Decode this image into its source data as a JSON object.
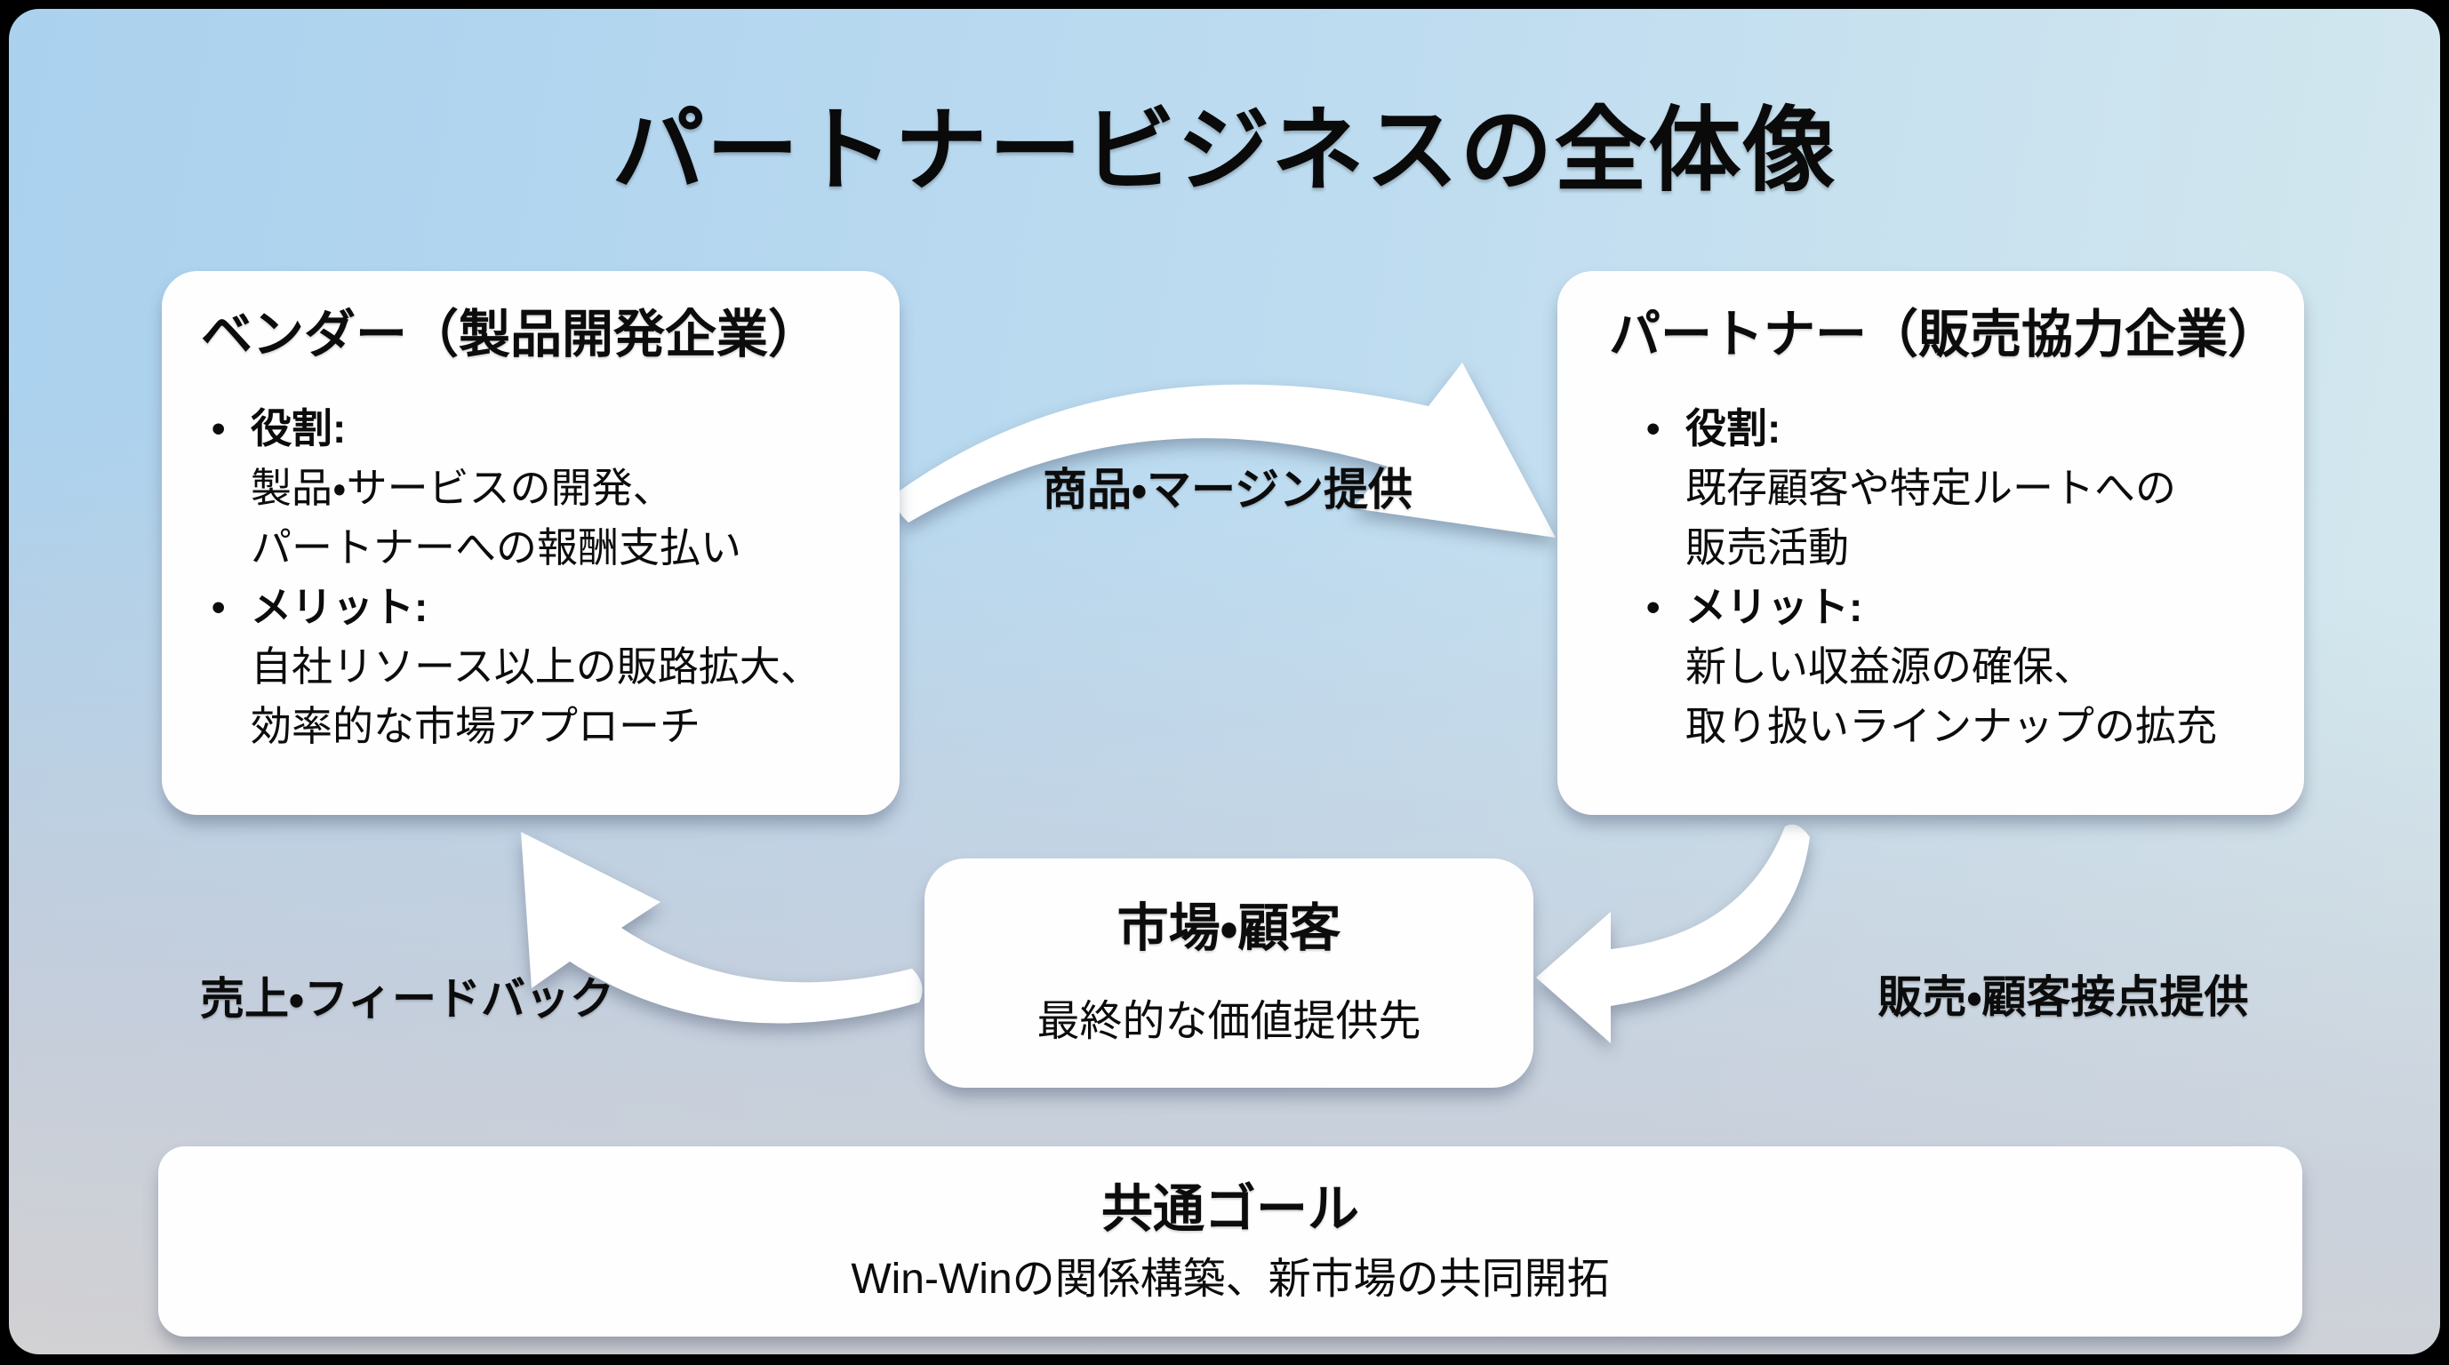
{
  "title": "パートナービジネスの全体像",
  "ui": {
    "bullet": "•"
  },
  "vendor_box": {
    "title": "ベンダー（製品開発企業）",
    "bullets": [
      {
        "label": "役割:",
        "lines": [
          "製品・サービスの開発、",
          "パートナーへの報酬支払い"
        ]
      },
      {
        "label": "メリット:",
        "lines": [
          "自社リソース以上の販路拡大、",
          "効率的な市場アプローチ"
        ]
      }
    ]
  },
  "partner_box": {
    "title": "パートナー（販売協力企業）",
    "bullets": [
      {
        "label": "役割:",
        "lines": [
          "既存顧客や特定ルートへの",
          "販売活動"
        ]
      },
      {
        "label": "メリット:",
        "lines": [
          "新しい収益源の確保、",
          "取り扱いラインナップの拡充"
        ]
      }
    ]
  },
  "market_box": {
    "title": "市場・顧客",
    "subtitle": "最終的な価値提供先"
  },
  "goal_box": {
    "title": "共通ゴール",
    "subtitle": "Win-Winの関係構築、新市場の共同開拓"
  },
  "arrow_labels": {
    "vendor_to_partner": "商品・マージン提供",
    "partner_to_market": "販売・顧客接点提供",
    "market_to_vendor": "売上・フィードバック"
  },
  "colors": {
    "background_top": "#aed3ef",
    "background_bottom": "#d1d1d4",
    "card": "#fefefe",
    "text": "#0c0c0c",
    "arrow": "#ffffff",
    "frame": "#000000"
  }
}
